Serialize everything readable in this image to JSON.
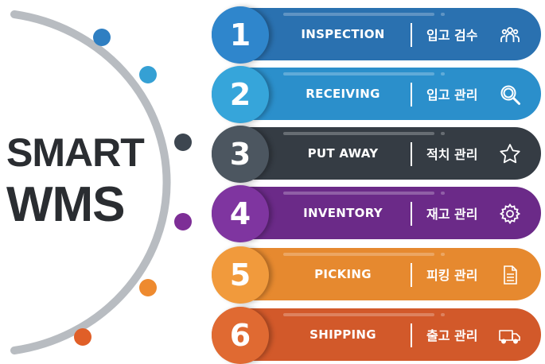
{
  "title": {
    "line1": "SMART",
    "line2": "WMS"
  },
  "colors": {
    "arc": "#b8bcc1",
    "dots": [
      "#2f7fc2",
      "#35a0d4",
      "#3d4650",
      "#7d2e96",
      "#ee8a2f",
      "#e05f28"
    ]
  },
  "steps": [
    {
      "number": "1",
      "label_en": "INSPECTION",
      "label_ko": "입고 검수",
      "icon": "people-icon",
      "pill_color": "#2a71b0",
      "circle_color": "#2f86cc"
    },
    {
      "number": "2",
      "label_en": "RECEIVING",
      "label_ko": "입고 관리",
      "icon": "search-icon",
      "pill_color": "#2b8fcb",
      "circle_color": "#36a5da"
    },
    {
      "number": "3",
      "label_en": "PUT AWAY",
      "label_ko": "적치 관리",
      "icon": "star-icon",
      "pill_color": "#353c44",
      "circle_color": "#4c5660"
    },
    {
      "number": "4",
      "label_en": "INVENTORY",
      "label_ko": "재고 관리",
      "icon": "gear-icon",
      "pill_color": "#6b2a88",
      "circle_color": "#7f35a0"
    },
    {
      "number": "5",
      "label_en": "PICKING",
      "label_ko": "피킹 관리",
      "icon": "document-icon",
      "pill_color": "#e6892f",
      "circle_color": "#f19a3c"
    },
    {
      "number": "6",
      "label_en": "SHIPPING",
      "label_ko": "출고 관리",
      "icon": "truck-icon",
      "pill_color": "#d2592a",
      "circle_color": "#e06a32"
    }
  ]
}
